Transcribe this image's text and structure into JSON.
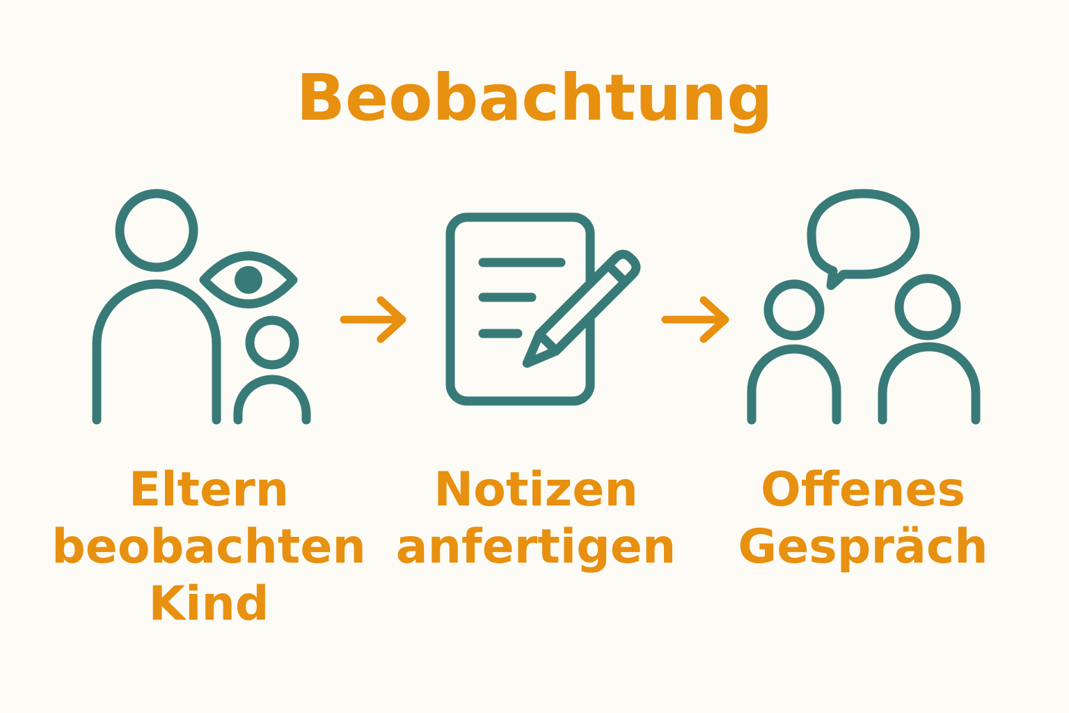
{
  "title": "Beobachtung",
  "colors": {
    "icon": "#387a78",
    "accent": "#e8900f",
    "background": "#fcfbf5"
  },
  "steps": [
    {
      "icon": "parent-child-eye-icon",
      "label_lines": [
        "Eltern",
        "beobachten",
        "Kind"
      ]
    },
    {
      "icon": "document-pencil-icon",
      "label_lines": [
        "Notizen",
        "anfertigen"
      ]
    },
    {
      "icon": "conversation-icon",
      "label_lines": [
        "Offenes",
        "Gespräch"
      ]
    }
  ],
  "connectors": [
    "arrow-right-icon",
    "arrow-right-icon"
  ]
}
